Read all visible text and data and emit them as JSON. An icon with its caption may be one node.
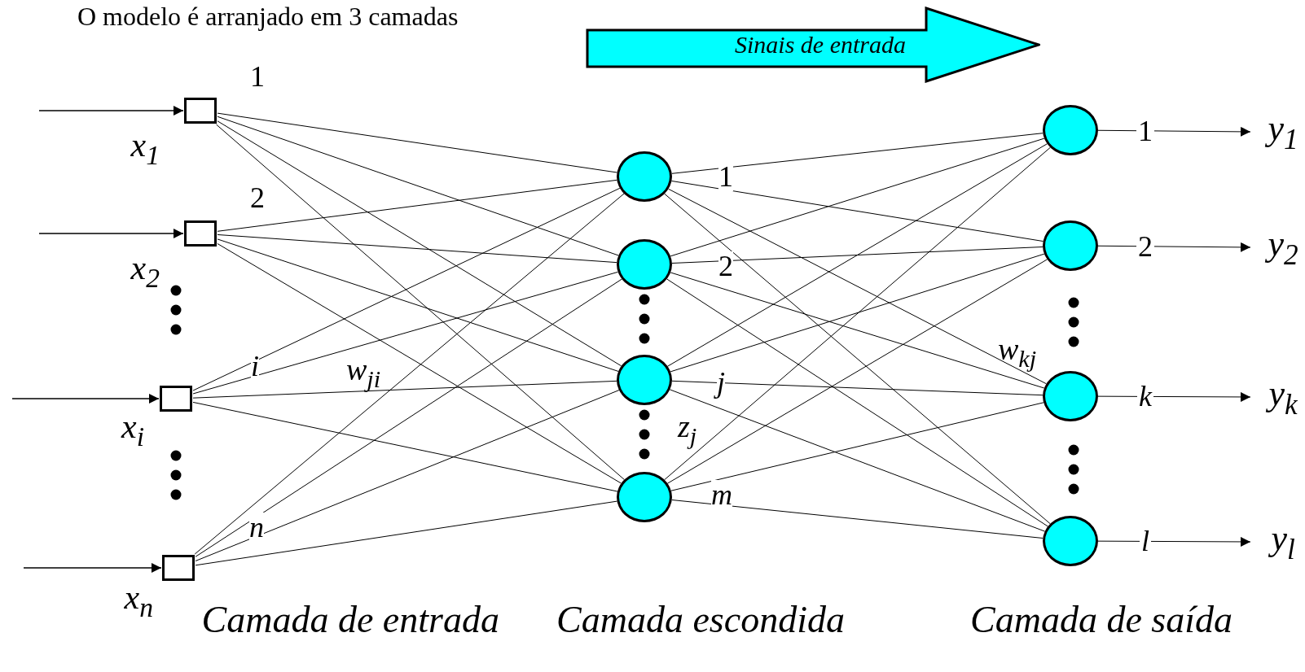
{
  "diagram": {
    "title": "O modelo é arranjado em 3 camadas",
    "nodes": [
      {
        "text": [],
        "shape": "box",
        "beside": [
          "1",
          "x$_{1}$"
        ]
      },
      {
        "text": [],
        "shape": "box",
        "beside": [
          "2",
          "x$_{2}$"
        ]
      },
      {
        "text": [],
        "shape": "box",
        "beside": [
          "i",
          "x$_{i}$"
        ]
      },
      {
        "text": [],
        "shape": "box",
        "beside": [
          "n",
          "x$_{n}$"
        ]
      },
      {
        "text": [],
        "shape": "circle",
        "beside": [
          "1"
        ]
      },
      {
        "text": [],
        "shape": "circle",
        "beside": [
          "2"
        ]
      },
      {
        "text": [],
        "shape": "circle",
        "beside": [
          "j"
        ]
      },
      {
        "text": [],
        "shape": "circle",
        "beside": [
          "m"
        ]
      },
      {
        "text": [],
        "shape": "circle"
      },
      {
        "text": [],
        "shape": "circle"
      },
      {
        "text": [],
        "shape": "circle"
      },
      {
        "text": [],
        "shape": "circle"
      },
      {
        "text": [
          "y$_{1}$"
        ]
      },
      {
        "text": [
          "y$_{2}$"
        ]
      },
      {
        "text": [
          "y$_{k}$"
        ]
      },
      {
        "text": [
          "y$_{l}$"
        ]
      },
      {
        "text": [
          "Sinais de entrada"
        ]
      }
    ],
    "edges": [
      {
        "from": null,
        "to": 0,
        "arrow": "to"
      },
      {
        "from": null,
        "to": 1,
        "arrow": "to"
      },
      {
        "from": null,
        "to": 2,
        "arrow": "to"
      },
      {
        "from": null,
        "to": 3,
        "arrow": "to"
      },
      {
        "from": 0,
        "to": 4,
        "arrow": "none"
      },
      {
        "from": 0,
        "to": 5,
        "arrow": "none"
      },
      {
        "from": 0,
        "to": 6,
        "arrow": "none"
      },
      {
        "from": 0,
        "to": 7,
        "arrow": "none"
      },
      {
        "from": 1,
        "to": 4,
        "arrow": "none"
      },
      {
        "from": 1,
        "to": 5,
        "arrow": "none"
      },
      {
        "from": 1,
        "to": 6,
        "arrow": "none"
      },
      {
        "from": 1,
        "to": 7,
        "arrow": "none"
      },
      {
        "from": 2,
        "to": 4,
        "arrow": "none"
      },
      {
        "from": 2,
        "to": 5,
        "arrow": "none"
      },
      {
        "from": 2,
        "to": 6,
        "arrow": "none"
      },
      {
        "from": 2,
        "to": 7,
        "arrow": "none"
      },
      {
        "from": 3,
        "to": 4,
        "arrow": "none"
      },
      {
        "from": 3,
        "to": 5,
        "arrow": "none"
      },
      {
        "from": 3,
        "to": 6,
        "arrow": "none"
      },
      {
        "from": 3,
        "to": 7,
        "arrow": "none"
      },
      {
        "from": 4,
        "to": 8,
        "arrow": "none"
      },
      {
        "from": 4,
        "to": 9,
        "arrow": "none"
      },
      {
        "from": 4,
        "to": 10,
        "arrow": "none"
      },
      {
        "from": 4,
        "to": 11,
        "arrow": "none"
      },
      {
        "from": 5,
        "to": 8,
        "arrow": "none"
      },
      {
        "from": 5,
        "to": 9,
        "arrow": "none"
      },
      {
        "from": 5,
        "to": 10,
        "arrow": "none"
      },
      {
        "from": 5,
        "to": 11,
        "arrow": "none"
      },
      {
        "from": 6,
        "to": 8,
        "arrow": "none"
      },
      {
        "from": 6,
        "to": 9,
        "arrow": "none"
      },
      {
        "from": 6,
        "to": 10,
        "arrow": "none"
      },
      {
        "from": 6,
        "to": 11,
        "arrow": "none"
      },
      {
        "from": 7,
        "to": 8,
        "arrow": "none"
      },
      {
        "from": 7,
        "to": 9,
        "arrow": "none"
      },
      {
        "from": 7,
        "to": 10,
        "arrow": "none"
      },
      {
        "from": 7,
        "to": 11,
        "arrow": "none"
      },
      {
        "from": 8,
        "to": 12,
        "arrow": "to",
        "label": "1"
      },
      {
        "from": 9,
        "to": 13,
        "arrow": "to",
        "label": "2"
      },
      {
        "from": 10,
        "to": 14,
        "arrow": "to",
        "label": "k"
      },
      {
        "from": 11,
        "to": 15,
        "arrow": "to",
        "label": "l"
      }
    ],
    "labels": [
      "w$_{ji}$",
      "z$_{j}$",
      "w$_{kj}$",
      "Camada de entrada",
      "Camada escondida",
      "Camada de saída"
    ]
  }
}
